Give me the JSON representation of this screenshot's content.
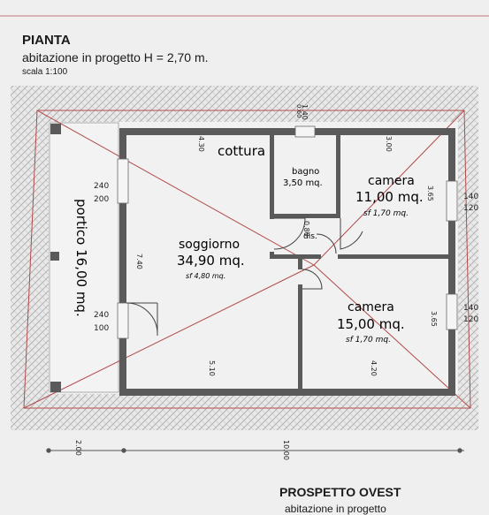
{
  "header": {
    "title": "PIANTA",
    "subtitle": "abitazione in progetto H = 2,70 m.",
    "scale": "scala 1:100"
  },
  "rooms": {
    "cottura": "cottura",
    "bagno_name": "bagno",
    "bagno_area": "3,50 mq.",
    "dis": "dis.",
    "soggiorno_name": "soggiorno",
    "soggiorno_area": "34,90 mq.",
    "soggiorno_sf": "sf 4,80 mq.",
    "camera1_name": "camera",
    "camera1_area": "11,00 mq.",
    "camera1_sf": "sf 1,70 mq.",
    "camera2_name": "camera",
    "camera2_area": "15,00 mq.",
    "camera2_sf": "sf 1,70 mq.",
    "portico": "portico 16,00 mq."
  },
  "dimensions": {
    "top_window": "1.40",
    "top_window_b": "0.60",
    "cottura_h": "4.30",
    "camera_h": "3.00",
    "camera1_v": "3.65",
    "camera2_v": "3.65",
    "soggiorno_v": "7.40",
    "bagno_door": "0.80",
    "w1_a": "240",
    "w1_b": "200",
    "w2_a": "240",
    "w2_b": "100",
    "r1_a": "140",
    "r1_b": "120",
    "r2_a": "140",
    "r2_b": "120",
    "bottom_left": "5.10",
    "bottom_right": "4.20",
    "overall_left": "2.00",
    "overall_total": "10.00"
  },
  "footer": {
    "title": "PROSPETTO OVEST",
    "subtitle": "abitazione in progetto"
  },
  "colors": {
    "wall": "#5a5a5a",
    "roof_line": "#b24a4a",
    "hatch": "#9a9a9a"
  }
}
